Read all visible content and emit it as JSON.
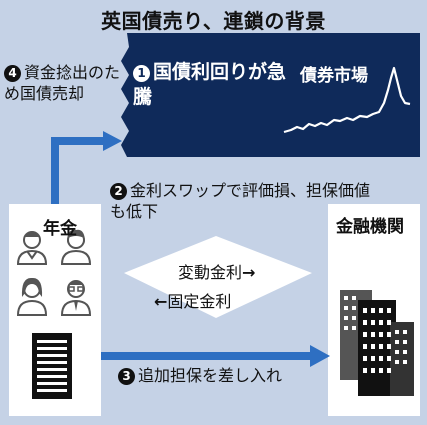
{
  "title": "英国債売り、連鎖の背景",
  "steps": {
    "step1": {
      "marker": "1",
      "text": "国債利回りが急騰"
    },
    "step2": {
      "marker": "2",
      "text": "金利スワップで評価損、担保価値も低下"
    },
    "step3": {
      "marker": "3",
      "text": "追加担保を差し入れ"
    },
    "step4": {
      "marker": "4",
      "text": "資金捻出のため国債売却"
    }
  },
  "market_chart": {
    "label": "債券市場",
    "line_color": "#ffffff",
    "panel_color": "#0f2a5a"
  },
  "entities": {
    "pension": {
      "label": "年金",
      "icons": [
        "person-icon",
        "person-icon",
        "person-icon",
        "person-icon",
        "building-icon"
      ]
    },
    "bank": {
      "label": "金融機関",
      "icons": [
        "city-buildings-icon"
      ]
    }
  },
  "swap": {
    "floating": "変動金利",
    "fixed": "固定金利",
    "floating_arrow": "→",
    "fixed_arrow": "←"
  },
  "colors": {
    "background": "#c5d2e6",
    "arrow_blue": "#2e6fc2",
    "panel_navy": "#0f2a5a",
    "icon_gray": "#555555"
  }
}
